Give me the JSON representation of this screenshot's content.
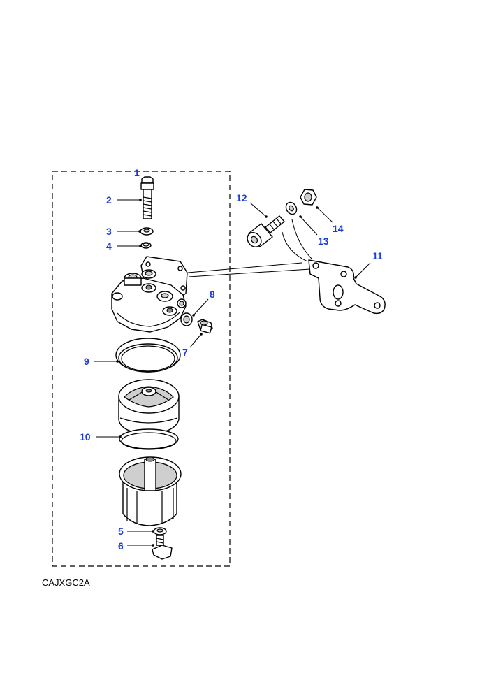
{
  "callouts": [
    {
      "id": "1",
      "label": "1"
    },
    {
      "id": "2",
      "label": "2"
    },
    {
      "id": "3",
      "label": "3"
    },
    {
      "id": "4",
      "label": "4"
    },
    {
      "id": "5",
      "label": "5"
    },
    {
      "id": "6",
      "label": "6"
    },
    {
      "id": "7",
      "label": "7"
    },
    {
      "id": "8",
      "label": "8"
    },
    {
      "id": "9",
      "label": "9"
    },
    {
      "id": "10",
      "label": "10"
    },
    {
      "id": "11",
      "label": "11"
    },
    {
      "id": "12",
      "label": "12"
    },
    {
      "id": "13",
      "label": "13"
    },
    {
      "id": "14",
      "label": "14"
    }
  ],
  "figure_code": "CAJXGC2A",
  "colors": {
    "callout": "#1a3cd6",
    "line": "#000000"
  }
}
